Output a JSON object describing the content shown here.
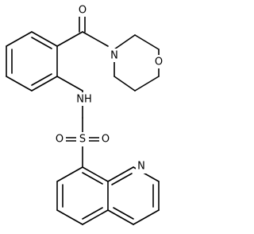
{
  "molecule": {
    "atoms": {
      "carbonyl_o": "O",
      "morpholine_n": "N",
      "morpholine_o": "O",
      "amide_nh": "NH",
      "sulfur": "S",
      "sulfonyl_o_left": "O",
      "sulfonyl_o_right": "O",
      "quinoline_n": "N"
    }
  }
}
